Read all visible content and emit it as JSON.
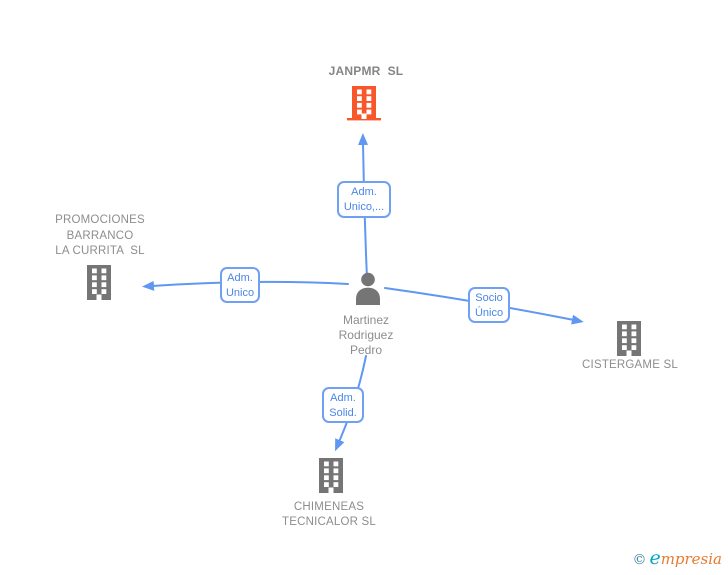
{
  "diagram": {
    "nodes": {
      "janpmr": {
        "label": "JANPMR  SL",
        "type": "company",
        "highlighted": true
      },
      "promociones": {
        "lines": [
          "PROMOCIONES",
          "BARRANCO",
          "LA CURRITA  SL"
        ],
        "type": "company"
      },
      "cistergame": {
        "label": "CISTERGAME SL",
        "type": "company"
      },
      "chimeneas": {
        "lines": [
          "CHIMENEAS",
          "TECNICALOR SL"
        ],
        "type": "company"
      },
      "person": {
        "lines": [
          "Martinez",
          "Rodriguez",
          "Pedro"
        ],
        "type": "person"
      }
    },
    "edge_labels": {
      "janpmr": [
        "Adm.",
        "Unico,..."
      ],
      "promociones": [
        "Adm.",
        "Unico"
      ],
      "cistergame": [
        "Socio",
        "Único"
      ],
      "chimeneas": [
        "Adm.",
        "Solid."
      ]
    }
  },
  "watermark": {
    "copyright": "©",
    "brand_initial": "e",
    "brand_rest": "mpresia"
  },
  "colors": {
    "accent_blue": "#4a86e8",
    "edge_blue": "#5f97f2",
    "highlight_orange": "#f8572b",
    "node_gray": "#757575",
    "text_gray": "#8d8d8d",
    "brand_teal": "#00a7c4",
    "brand_orange": "#e87a2e",
    "brand_copyright": "#42809c"
  }
}
